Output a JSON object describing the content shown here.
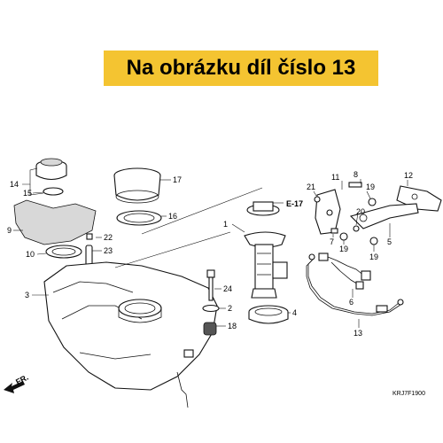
{
  "banner": {
    "text": "Na obrázku díl číslo 13",
    "color": "#f4c431"
  },
  "diagram": {
    "labels": [
      "14",
      "15",
      "9",
      "10",
      "3",
      "22",
      "23",
      "17",
      "16",
      "1",
      "E-17",
      "24",
      "2",
      "18",
      "4",
      "21",
      "11",
      "8",
      "19",
      "12",
      "20",
      "7",
      "19",
      "5",
      "19",
      "6",
      "13"
    ],
    "front_marker": "FR.",
    "code": "KRJ7F1900"
  }
}
